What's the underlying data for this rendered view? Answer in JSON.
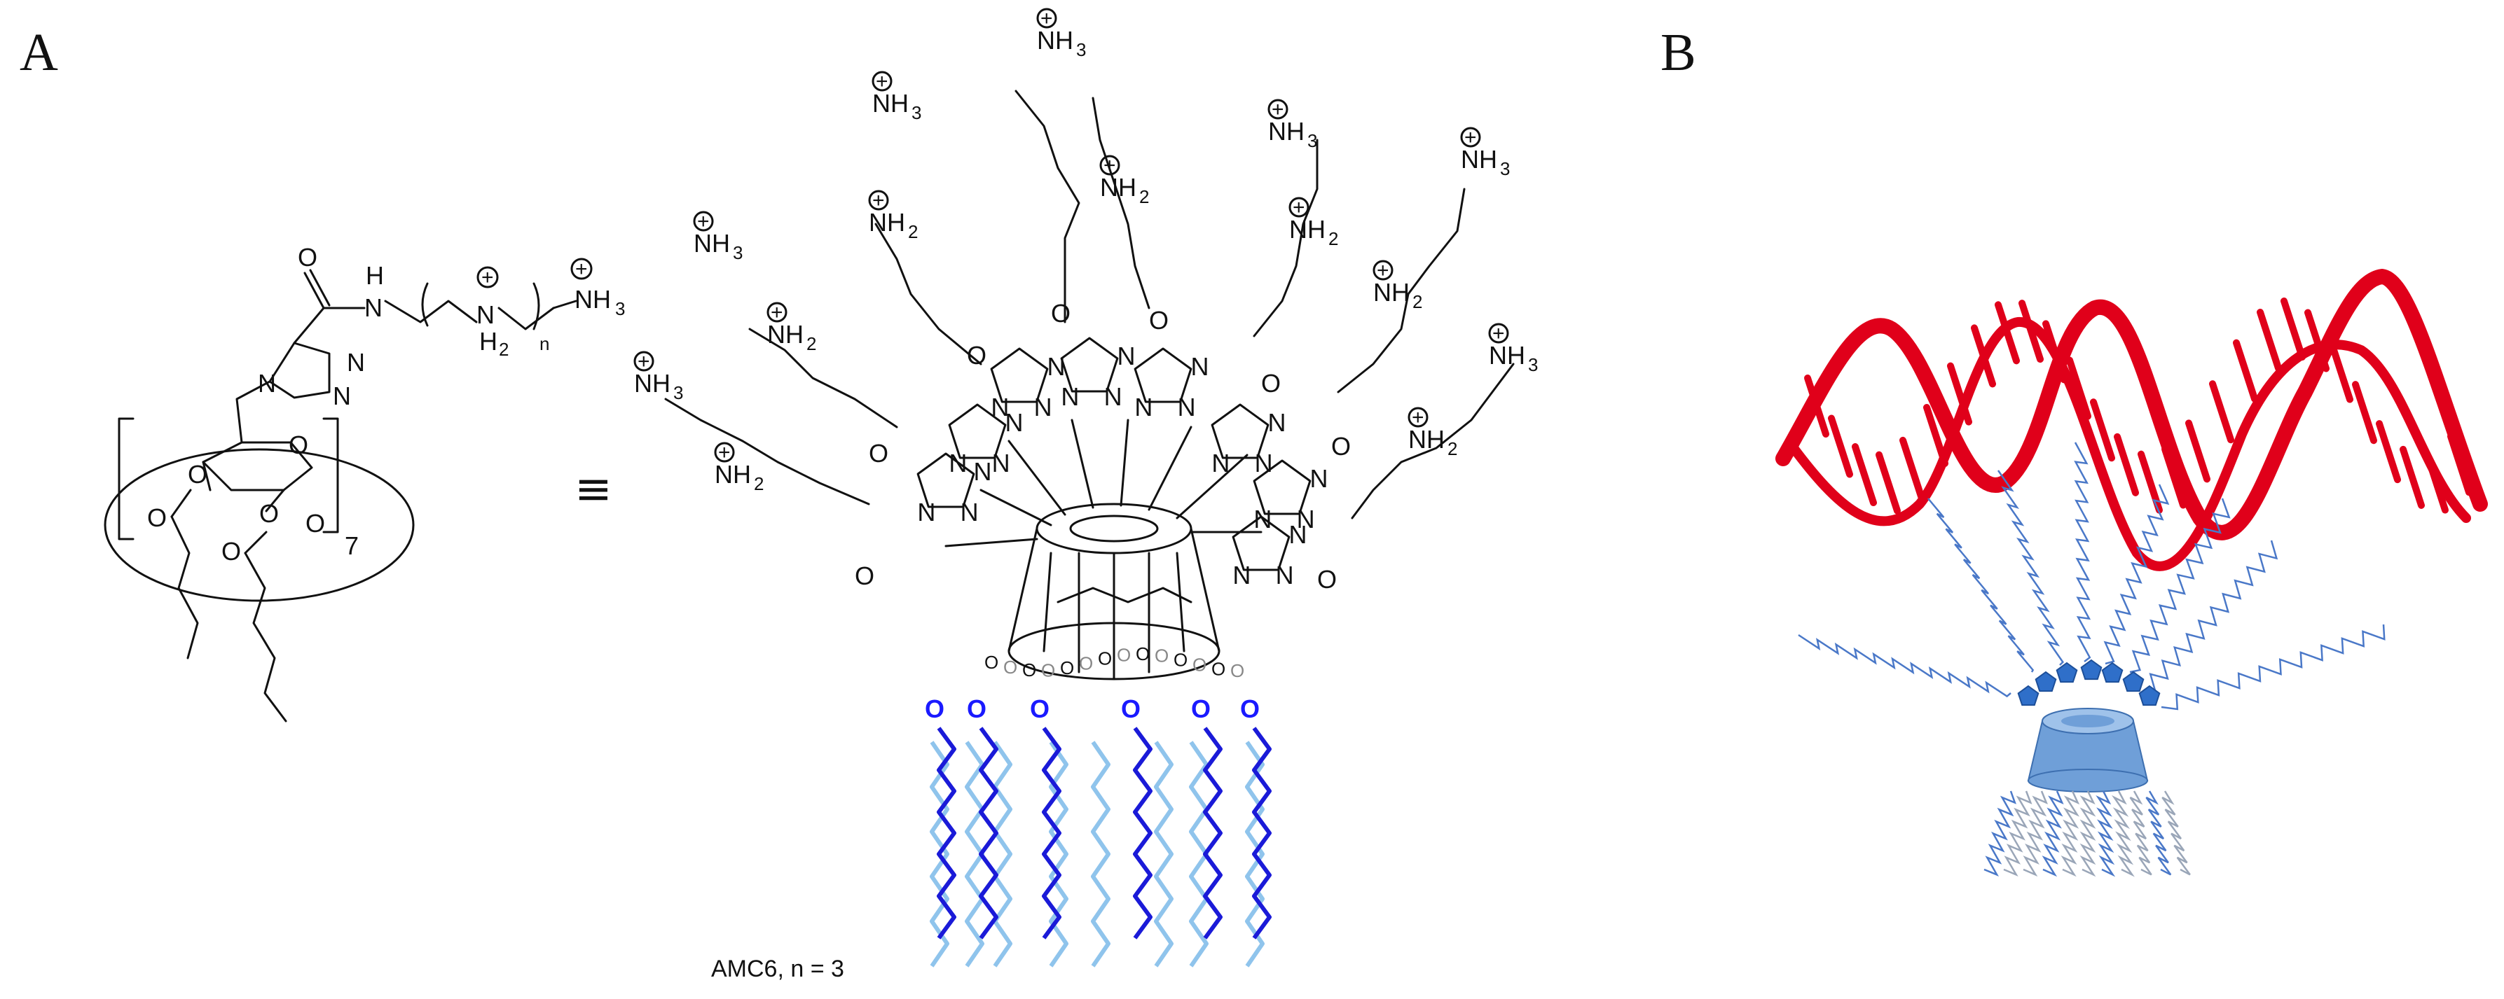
{
  "panels": {
    "a_label": "A",
    "b_label": "B"
  },
  "monomer": {
    "repeat_count": "7",
    "index_n": "n",
    "atoms": {
      "O": "O",
      "N": "N",
      "H": "H",
      "NH3": "NH",
      "NH2": "N",
      "sub3": "3",
      "sub2": "2",
      "plus": "+"
    }
  },
  "equivalence_symbol": "≡",
  "caption": "AMC6, n = 3",
  "colors": {
    "rna": "#e0001a",
    "hydrophobic_tails": "#1a1ad8",
    "hydrophobic_tails_back": "#8fc4ec",
    "cyclodextrin_cartoon": "#6f9fd8",
    "linker_chains": "#4a78c8"
  }
}
